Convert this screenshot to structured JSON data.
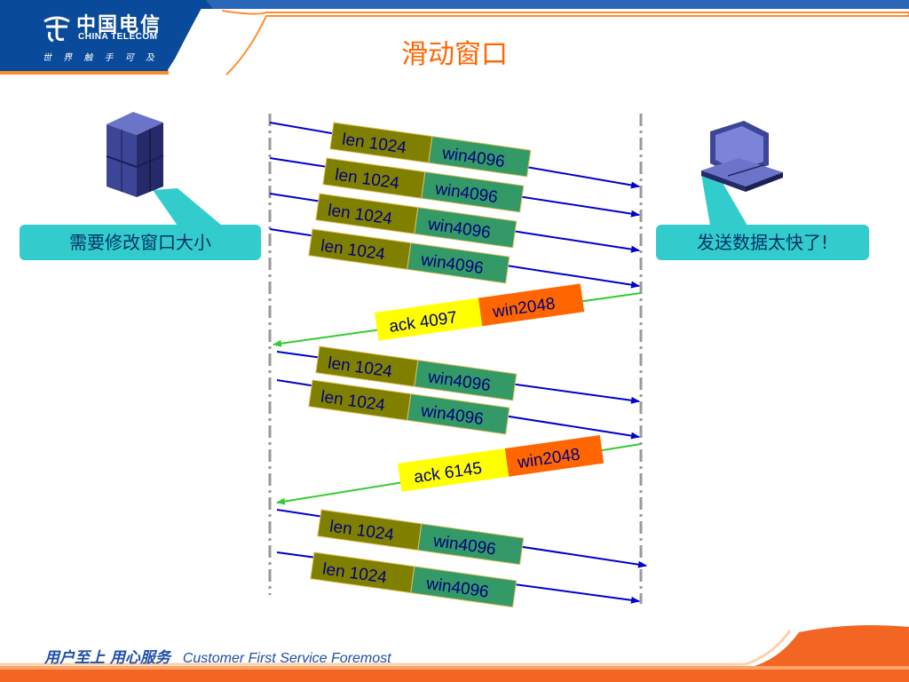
{
  "header": {
    "logo_cn": "中国电信",
    "logo_en": "CHINA TELECOM",
    "logo_slogan": "世 界 触 手 可 及",
    "title": "滑动窗口"
  },
  "callouts": {
    "left": "需要修改窗口大小",
    "right": "发送数据太快了!"
  },
  "segments": [
    {
      "len": "len 1024",
      "win": "win4096"
    },
    {
      "len": "len 1024",
      "win": "win4096"
    },
    {
      "len": "len 1024",
      "win": "win4096"
    },
    {
      "len": "len 1024",
      "win": "win4096"
    },
    {
      "len": "len 1024",
      "win": "win4096"
    },
    {
      "len": "len 1024",
      "win": "win4096"
    },
    {
      "len": "len 1024",
      "win": "win4096"
    },
    {
      "len": "len 1024",
      "win": "win4096"
    }
  ],
  "acks": [
    {
      "ack": "ack 4097",
      "win": "win2048"
    },
    {
      "ack": "ack 6145",
      "win": "win2048"
    }
  ],
  "footer": {
    "cn": "用户至上  用心服务",
    "en": "Customer First Service Foremost"
  },
  "colors": {
    "brand_blue": "#0a4a9a",
    "accent_orange": "#ff6600",
    "len_box": "#808000",
    "win_box": "#339966",
    "ack_box": "#ffff00",
    "ack_win_box": "#ff6600",
    "callout": "#33cccc",
    "data_arrow": "#0000cc",
    "ack_arrow": "#33ff33"
  },
  "icons": {
    "left_host": "server-tower-icon",
    "right_host": "desktop-computer-icon"
  }
}
